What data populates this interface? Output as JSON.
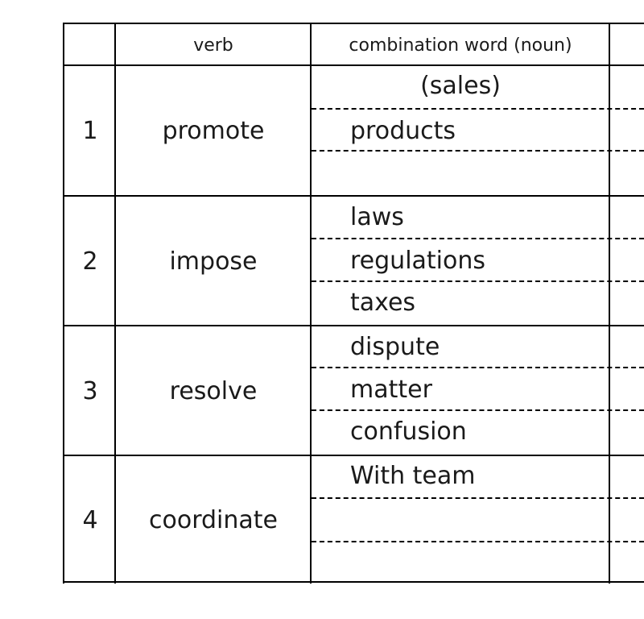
{
  "header": {
    "col_verb": "verb",
    "col_noun": "combination word (noun)"
  },
  "rows": [
    {
      "number": "1",
      "verb": "promote",
      "nouns": [
        "(sales)",
        "products",
        ""
      ]
    },
    {
      "number": "2",
      "verb": "impose",
      "nouns": [
        "laws",
        "regulations",
        "taxes"
      ]
    },
    {
      "number": "3",
      "verb": "resolve",
      "nouns": [
        "dispute",
        "matter",
        "confusion"
      ]
    },
    {
      "number": "4",
      "verb": "coordinate",
      "nouns": [
        "With team",
        "",
        ""
      ]
    }
  ]
}
